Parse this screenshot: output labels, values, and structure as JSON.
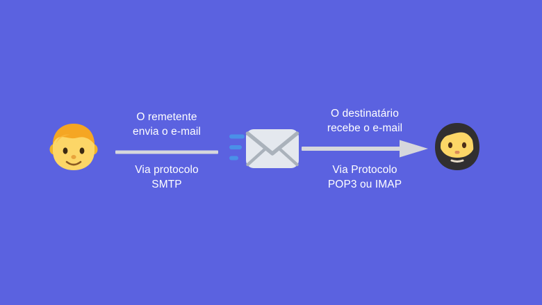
{
  "slide": {
    "background_color": "#5b62e0",
    "title": "",
    "diagram_type": "email-flow"
  },
  "sender": {
    "avatar_icon": "boy-face-emoji",
    "avatar_hair_color": "#f5a623",
    "avatar_skin_color": "#fcd667",
    "caption_above": "O remetente\nenvia o e-mail",
    "caption_below": "Via protocolo\nSMTP",
    "connector_icon": "horizontal-line",
    "connector_color": "#d6d7dc"
  },
  "mail": {
    "icon": "envelope-icon",
    "envelope_color": "#e4e8ee",
    "envelope_flap_color": "#aab2bb",
    "speed_lines_icon": "motion-lines-icon",
    "speed_lines_color": "#4a90e8",
    "speed_lines_count": "3"
  },
  "recipient": {
    "avatar_icon": "bearded-person-emoji",
    "avatar_hair_color": "#312f30",
    "avatar_skin_color": "#fcd667",
    "caption_above": "O destinatário\nrecebe o e-mail",
    "caption_below": "Via Protocolo\nPOP3 ou IMAP",
    "connector_icon": "arrow-right-icon",
    "connector_color": "#d6d7dc"
  }
}
